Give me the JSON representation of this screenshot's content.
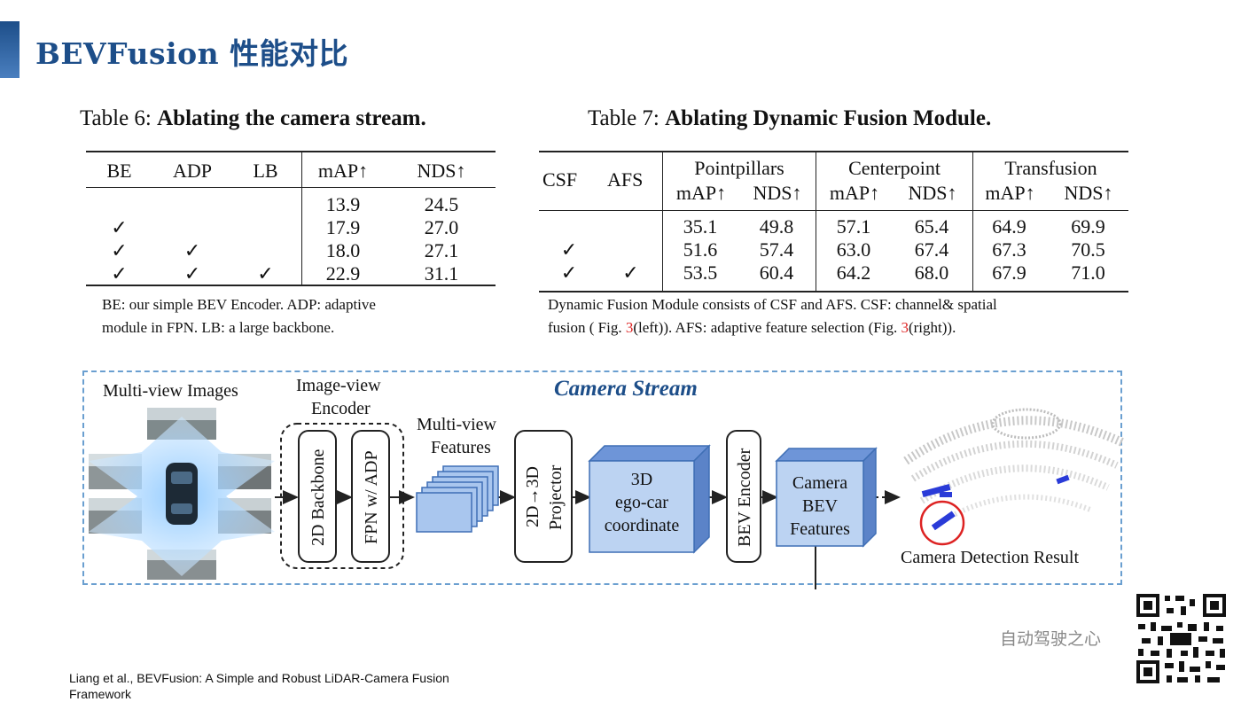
{
  "slide_title": "BEVFusion 性能对比",
  "table6": {
    "caption_prefix": "Table 6: ",
    "caption_bold": "Ablating the camera stream.",
    "headers": [
      "BE",
      "ADP",
      "LB",
      "mAP↑",
      "NDS↑"
    ],
    "rows": [
      [
        "",
        "",
        "",
        "13.9",
        "24.5"
      ],
      [
        "✓",
        "",
        "",
        "17.9",
        "27.0"
      ],
      [
        "✓",
        "✓",
        "",
        "18.0",
        "27.1"
      ],
      [
        "✓",
        "✓",
        "✓",
        "22.9",
        "31.1"
      ]
    ],
    "note_line1": "BE: our simple BEV Encoder. ADP: adaptive",
    "note_line2": "module in FPN. LB: a large backbone."
  },
  "table7": {
    "caption_prefix": "Table 7: ",
    "caption_bold": "Ablating Dynamic Fusion Module.",
    "group_headers": [
      "Pointpillars",
      "Centerpoint",
      "Transfusion"
    ],
    "left_headers": [
      "CSF",
      "AFS"
    ],
    "sub_headers": [
      "mAP↑",
      "NDS↑",
      "mAP↑",
      "NDS↑",
      "mAP↑",
      "NDS↑"
    ],
    "rows": [
      [
        "",
        "",
        "35.1",
        "49.8",
        "57.1",
        "65.4",
        "64.9",
        "69.9"
      ],
      [
        "✓",
        "",
        "51.6",
        "57.4",
        "63.0",
        "67.4",
        "67.3",
        "70.5"
      ],
      [
        "✓",
        "✓",
        "53.5",
        "60.4",
        "64.2",
        "68.0",
        "67.9",
        "71.0"
      ]
    ],
    "note_line1": "Dynamic Fusion Module consists of CSF and AFS. CSF: channel& spatial",
    "note_line2_a": "fusion ( Fig. ",
    "note_ref1": "3",
    "note_line2_b": "(left)). AFS: adaptive feature selection (Fig. ",
    "note_ref2": "3",
    "note_line2_c": "(right))."
  },
  "diagram": {
    "stream_title": "Camera Stream",
    "multiview_images": "Multi-view Images",
    "encoder_title_1": "Image-view",
    "encoder_title_2": "Encoder",
    "backbone": "2D Backbone",
    "fpn": "FPN w/ ADP",
    "features_1": "Multi-view",
    "features_2": "Features",
    "projector_1": "2D→3D",
    "projector_2": "Projector",
    "cube_1": "3D",
    "cube_2": "ego-car",
    "cube_3": "coordinate",
    "bev_encoder": "BEV Encoder",
    "bev_feat_1": "Camera",
    "bev_feat_2": "BEV",
    "bev_feat_3": "Features",
    "result": "Camera Detection Result"
  },
  "footer_line1": "Liang et al., BEVFusion:  A Simple and Robust LiDAR-Camera Fusion",
  "footer_line2": "Framework",
  "watermark": "自动驾驶之心",
  "colors": {
    "accent": "#1d4e89",
    "light_blue": "#6a9fd0",
    "ref_red": "#dd2222"
  }
}
